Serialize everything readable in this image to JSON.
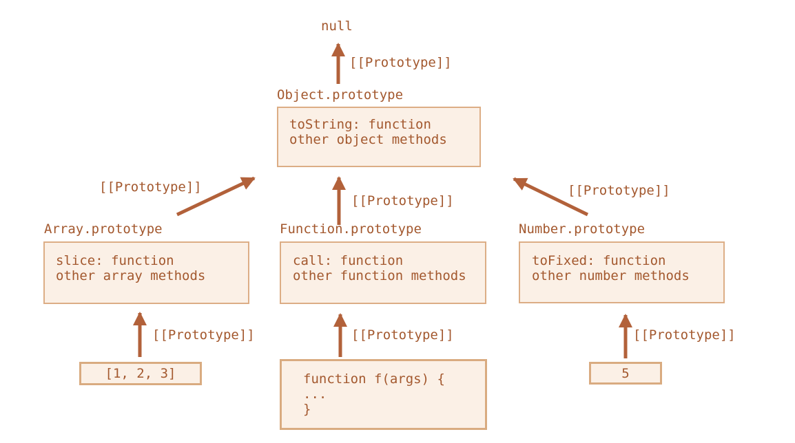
{
  "diagram": {
    "null_label": "null",
    "edge_label": "[[Prototype]]",
    "colors": {
      "text": "#a3582e",
      "arrow": "#b2613a",
      "box_border": "#dcad85",
      "box_fill": "#fbf0e6"
    },
    "nodes": {
      "object_prototype": {
        "title": "Object.prototype",
        "lines": [
          "toString: function",
          "other object methods"
        ]
      },
      "array_prototype": {
        "title": "Array.prototype",
        "lines": [
          "slice: function",
          "other array methods"
        ]
      },
      "function_prototype": {
        "title": "Function.prototype",
        "lines": [
          "call: function",
          "other function methods"
        ]
      },
      "number_prototype": {
        "title": "Number.prototype",
        "lines": [
          "toFixed: function",
          "other number methods"
        ]
      },
      "array_instance": {
        "lines": [
          "[1, 2, 3]"
        ]
      },
      "function_instance": {
        "lines": [
          "function f(args) {",
          "...",
          "}"
        ]
      },
      "number_instance": {
        "lines": [
          "5"
        ]
      }
    },
    "edges": [
      {
        "from": "Object.prototype",
        "to": "null",
        "label": "[[Prototype]]"
      },
      {
        "from": "Array.prototype",
        "to": "Object.prototype",
        "label": "[[Prototype]]"
      },
      {
        "from": "Function.prototype",
        "to": "Object.prototype",
        "label": "[[Prototype]]"
      },
      {
        "from": "Number.prototype",
        "to": "Object.prototype",
        "label": "[[Prototype]]"
      },
      {
        "from": "[1, 2, 3]",
        "to": "Array.prototype",
        "label": "[[Prototype]]"
      },
      {
        "from": "function f(args)",
        "to": "Function.prototype",
        "label": "[[Prototype]]"
      },
      {
        "from": "5",
        "to": "Number.prototype",
        "label": "[[Prototype]]"
      }
    ]
  }
}
